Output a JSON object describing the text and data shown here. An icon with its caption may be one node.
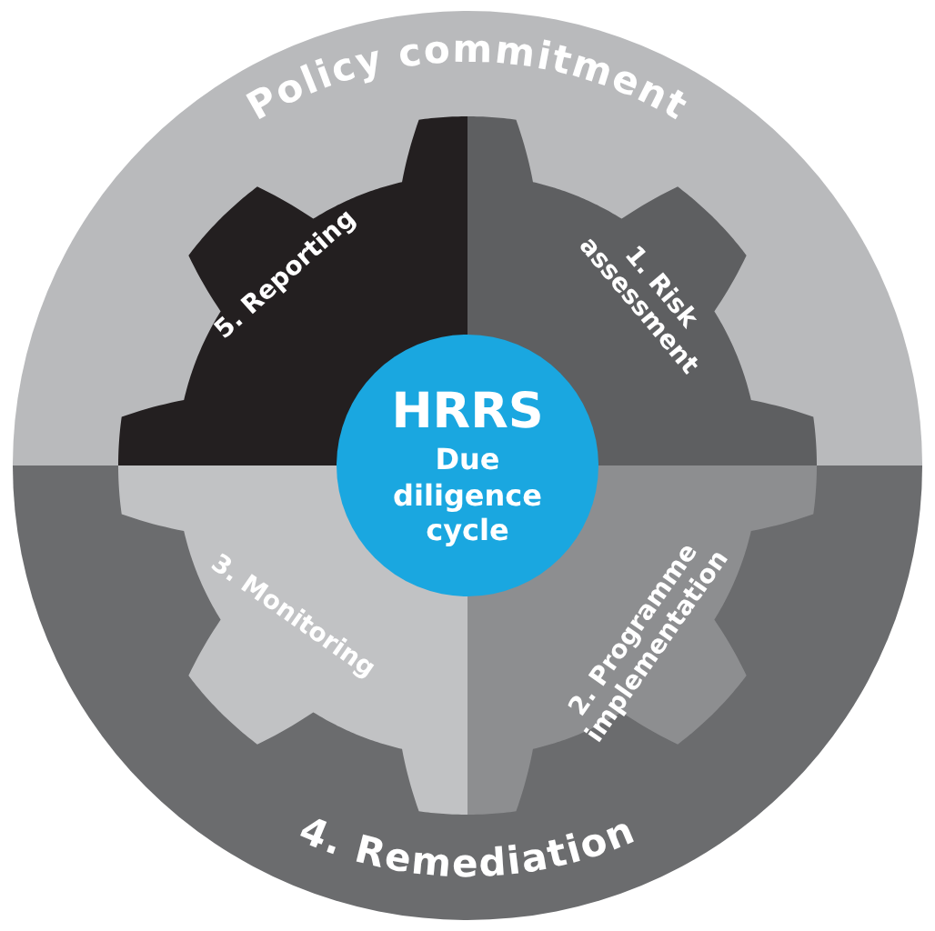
{
  "diagram": {
    "nodes": [
      {
        "text": [
          "Policy commitment"
        ]
      },
      {
        "text": [
          "5. Reporting"
        ],
        "in": 0
      },
      {
        "text": [
          "1. Risk assessment"
        ],
        "in": 0
      },
      {
        "text": [
          "HRRS",
          "Due diligence cycle"
        ]
      },
      {
        "text": [
          "3. Monitoring"
        ],
        "in": 6
      },
      {
        "text": [
          "2. Programme implementation"
        ],
        "in": 6
      },
      {
        "text": [
          "4. Remediation"
        ]
      }
    ],
    "edges": []
  }
}
